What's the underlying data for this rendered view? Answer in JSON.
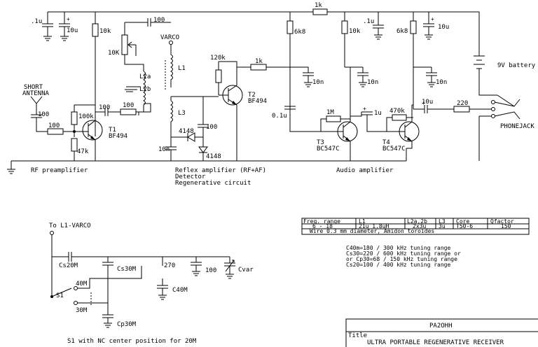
{
  "labels": {
    "c_01u_a": ".1u",
    "c_10u_a": "10u",
    "r_10k_a": "10k",
    "c_100_top": "100",
    "varco": "VARCO",
    "r_10k_pot": "10K",
    "l1": "L1",
    "l2a": "L2a",
    "l2b": "L2b",
    "l3": "L3",
    "r_120k": "120k",
    "r_1k_mid": "1k",
    "r_1k_top": "1k",
    "t2": "T2",
    "t2_type": "BF494",
    "short_antenna_1": "SHORT",
    "short_antenna_2": "ANTENNA",
    "c_100_ant": "100",
    "r_100_base": "100",
    "r_100k": "100k",
    "r_47k": "47k",
    "c_100_coll": "100",
    "r_100_coll": "100",
    "t1": "T1",
    "t1_type": "BF494",
    "d_4148_a": "4148",
    "d_4148_b": "4148",
    "c_100_det": "100",
    "c_10n_det": "10n",
    "r_6k8_a": "6k8",
    "c_10n_a": "10n",
    "c_01u_b": "0.1u",
    "r_1m": "1M",
    "t3": "T3",
    "t3_type": "BC547C",
    "r_10k_b": "10k",
    "c_01u_c": ".1u",
    "c_10n_b": "10n",
    "c_1u": "1u",
    "r_470k": "470k",
    "t4": "T4",
    "t4_type": "BC547C",
    "r_6k8_b": "6k8",
    "c_10u_b": "10u",
    "c_10n_c": "10n",
    "c_10u_out": "10u",
    "r_220": "220",
    "battery": "9V battery",
    "phonejack": "PHONEJACK",
    "sec_rf": "RF preamplifier",
    "sec_reflex_1": "Reflex amplifier (RF+AF)",
    "sec_reflex_2": "Detector",
    "sec_reflex_3": "Regenerative circuit",
    "sec_audio": "Audio amplifier",
    "to_l1": "To L1-VARCO",
    "cs20m": "Cs20M",
    "cs30m": "Cs30M",
    "c270": "270",
    "c100_low": "100",
    "cvar": "Cvar",
    "c40m": "C40M",
    "s1": "S1",
    "sw40": "40M",
    "sw30": "30M",
    "cp30m": "Cp30M",
    "s1_note": "S1 with NC center position for 20M",
    "tuning_1": "C40m=180 / 300 kHz tuning range",
    "tuning_2": "Cs30=220 / 600 kHz tuning range or",
    "tuning_3": "or Cp30=68  / 150 kHz tuning range",
    "tuning_4": "Cs20=100 / 400 kHz tuning range"
  },
  "coil_table": {
    "headers": [
      "Freq. range",
      "L1",
      "L2a,2b",
      "L3",
      "Core",
      "Qfactor"
    ],
    "row": [
      "6 - 18",
      "21u 1.8uH",
      "2x3u",
      "3u",
      "T50-6",
      "150"
    ],
    "note": "Wire 0.3 mm diameter, Amidon toroides"
  },
  "title_block": {
    "author": "PA2OHH",
    "title_label": "Title",
    "title": "ULTRA PORTABLE REGENERATIVE RECEIVER"
  }
}
